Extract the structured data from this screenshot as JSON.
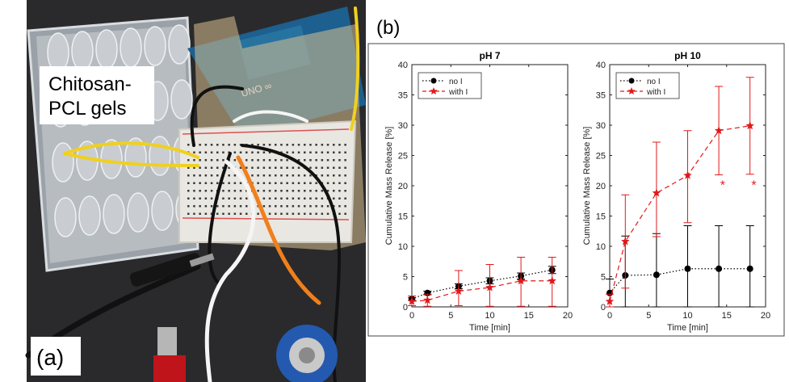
{
  "panel_a": {
    "label": "(a)",
    "caption_line1": "Chitosan-",
    "caption_line2": "PCL gels"
  },
  "panel_b": {
    "label": "(b)"
  },
  "colors": {
    "no_I": "#000000",
    "with_I": "#e0191b"
  },
  "chart_data": [
    {
      "type": "line",
      "title": "pH 7",
      "xlabel": "Time [min]",
      "ylabel": "Cumulative Mass Release [%]",
      "xlim": [
        0,
        20
      ],
      "ylim": [
        0,
        40
      ],
      "xticks": [
        0,
        5,
        10,
        15,
        20
      ],
      "yticks": [
        0,
        5,
        10,
        15,
        20,
        25,
        30,
        35,
        40
      ],
      "grid": false,
      "legend": "top-left",
      "series": [
        {
          "name": "no I",
          "marker": "circle",
          "linestyle": "dotted",
          "color": "#000000",
          "x": [
            0,
            2,
            6,
            10,
            14,
            18
          ],
          "y": [
            1.3,
            2.3,
            3.4,
            4.3,
            5.1,
            6.1
          ],
          "err_low": [
            0.2,
            0.3,
            0.4,
            0.5,
            0.5,
            0.6
          ],
          "err_high": [
            0.2,
            0.3,
            0.4,
            0.5,
            0.5,
            0.6
          ]
        },
        {
          "name": "with I",
          "marker": "star",
          "linestyle": "dashed",
          "color": "#e0191b",
          "x": [
            0,
            2,
            6,
            10,
            14,
            18
          ],
          "y": [
            0.9,
            1.1,
            2.6,
            3.2,
            4.3,
            4.3
          ],
          "err_low": [
            0.7,
            1.0,
            2.4,
            3.1,
            4.2,
            4.2
          ],
          "err_high": [
            0.9,
            1.0,
            3.4,
            3.8,
            3.9,
            3.9
          ]
        }
      ]
    },
    {
      "type": "line",
      "title": "pH 10",
      "xlabel": "Time [min]",
      "ylabel": "Cumulative Mass Release [%]",
      "xlim": [
        0,
        20
      ],
      "ylim": [
        0,
        40
      ],
      "xticks": [
        0,
        5,
        10,
        15,
        20
      ],
      "yticks": [
        0,
        5,
        10,
        15,
        20,
        25,
        30,
        35,
        40
      ],
      "grid": false,
      "legend": "top-left",
      "series": [
        {
          "name": "no I",
          "marker": "circle",
          "linestyle": "dotted",
          "color": "#000000",
          "x": [
            0,
            2,
            6,
            10,
            14,
            18
          ],
          "y": [
            2.3,
            5.2,
            5.3,
            6.3,
            6.3,
            6.3
          ],
          "err_low": [
            2.3,
            5.2,
            5.3,
            6.3,
            6.3,
            6.3
          ],
          "err_high": [
            2.3,
            6.5,
            6.8,
            7.1,
            7.1,
            7.1
          ]
        },
        {
          "name": "with I",
          "marker": "star",
          "linestyle": "dashed",
          "color": "#e0191b",
          "x": [
            0,
            2,
            6,
            10,
            14,
            18
          ],
          "y": [
            0.9,
            10.8,
            18.8,
            21.7,
            29.1,
            29.9
          ],
          "err_low": [
            0.9,
            7.7,
            7.2,
            7.8,
            7.3,
            8.0
          ],
          "err_high": [
            1.2,
            7.7,
            8.4,
            7.4,
            7.3,
            8.0
          ]
        }
      ],
      "annotations": [
        {
          "text": "*",
          "x": 14.5,
          "y": 20.5
        },
        {
          "text": "*",
          "x": 18.5,
          "y": 20.5
        }
      ]
    }
  ]
}
